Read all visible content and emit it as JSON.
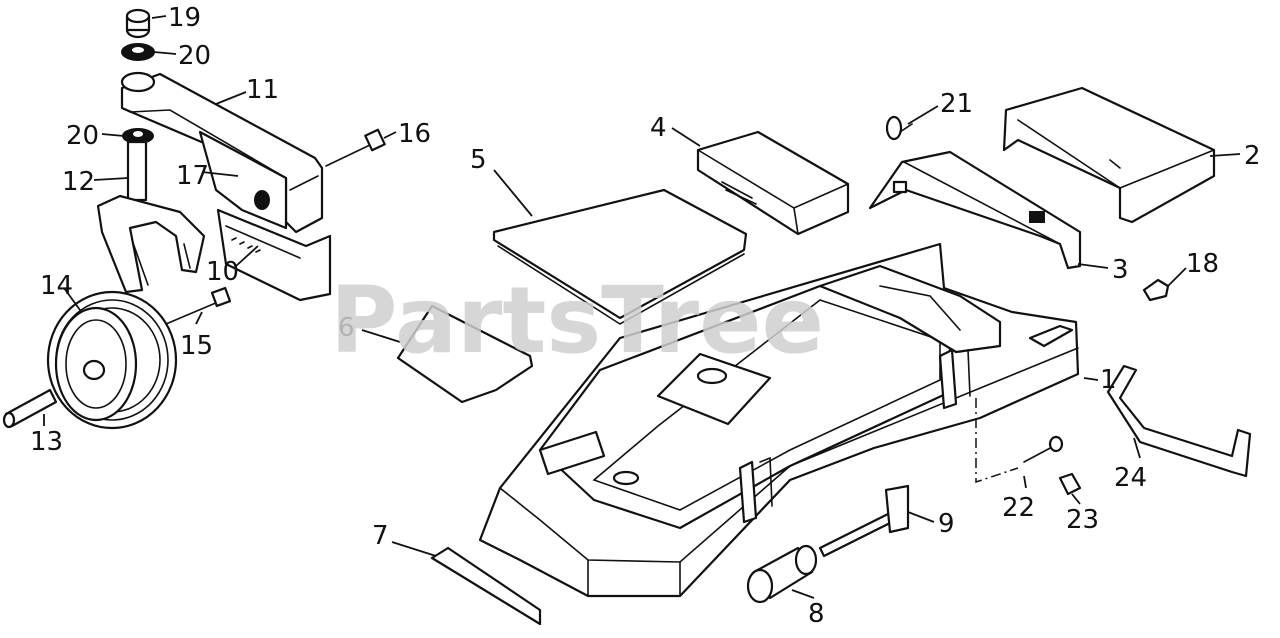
{
  "watermark": {
    "text": "PartsTree"
  },
  "callouts": [
    {
      "id": "1",
      "label": "1"
    },
    {
      "id": "2",
      "label": "2"
    },
    {
      "id": "3",
      "label": "3"
    },
    {
      "id": "4",
      "label": "4"
    },
    {
      "id": "5",
      "label": "5"
    },
    {
      "id": "6",
      "label": "6"
    },
    {
      "id": "7",
      "label": "7"
    },
    {
      "id": "8",
      "label": "8"
    },
    {
      "id": "9",
      "label": "9"
    },
    {
      "id": "10",
      "label": "10"
    },
    {
      "id": "11",
      "label": "11"
    },
    {
      "id": "12",
      "label": "12"
    },
    {
      "id": "13",
      "label": "13"
    },
    {
      "id": "14",
      "label": "14"
    },
    {
      "id": "15",
      "label": "15"
    },
    {
      "id": "16",
      "label": "16"
    },
    {
      "id": "17",
      "label": "17"
    },
    {
      "id": "18",
      "label": "18"
    },
    {
      "id": "19",
      "label": "19"
    },
    {
      "id": "20a",
      "label": "20"
    },
    {
      "id": "20b",
      "label": "20"
    },
    {
      "id": "21",
      "label": "21"
    },
    {
      "id": "22",
      "label": "22"
    },
    {
      "id": "23",
      "label": "23"
    },
    {
      "id": "24",
      "label": "24"
    }
  ]
}
